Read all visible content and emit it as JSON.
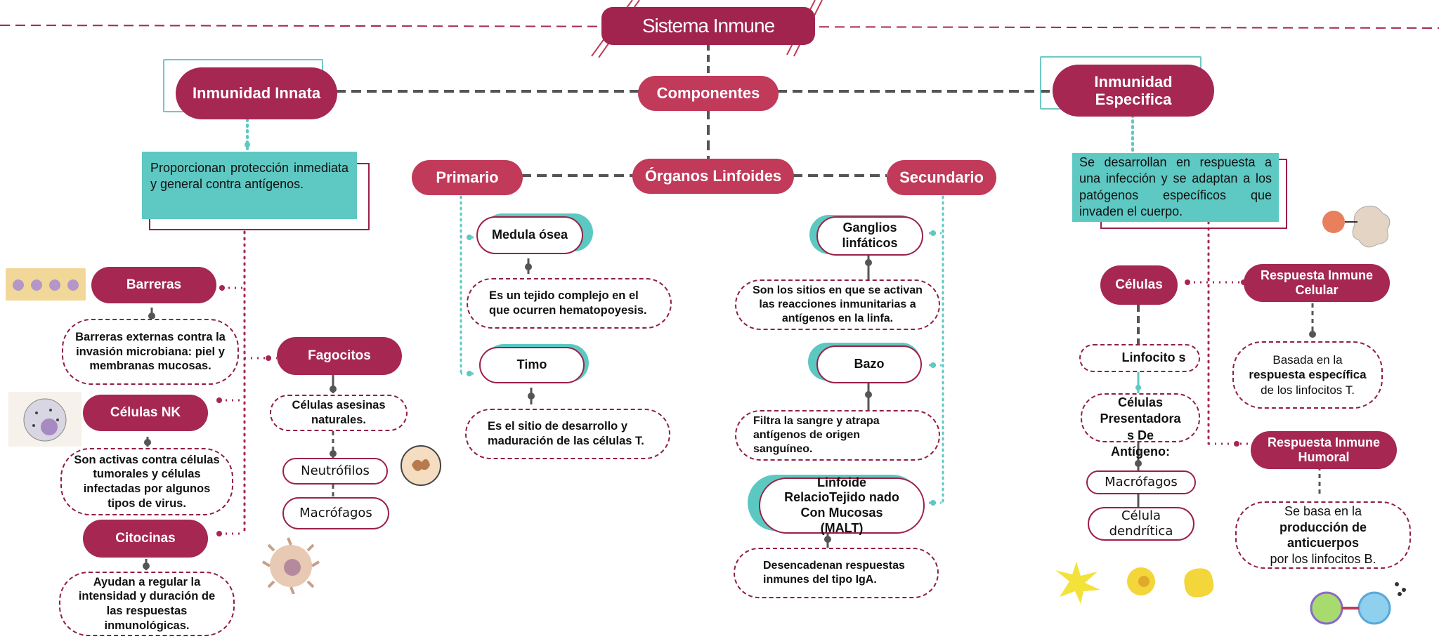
{
  "title": "Sistema Inmune",
  "components": "Componentes",
  "innate": {
    "title": "Inmunidad Innata",
    "description": "Proporcionan protección inmediata y general contra antígenos.",
    "barriers": {
      "label": "Barreras",
      "desc": "Barreras externas contra la invasión microbiana: piel y membranas mucosas."
    },
    "nk": {
      "label": "Células NK",
      "desc": "Son activas contra células tumorales y células infectadas por algunos tipos de virus."
    },
    "cytokines": {
      "label": "Citocinas",
      "desc": "Ayudan a regular la intensidad y duración de las respuestas inmunológicas."
    },
    "phagocytes": {
      "label": "Fagocitos",
      "items": [
        "Células asesinas naturales.",
        "Neutrófilos",
        "Macrófagos"
      ]
    }
  },
  "organs": {
    "title": "Órganos Linfoides",
    "primary": {
      "label": "Primario",
      "bone_marrow": {
        "label": "Medula ósea",
        "desc": "Es un tejido complejo en el que ocurren hematopoyesis."
      },
      "thymus": {
        "label": "Timo",
        "desc": "Es el sitio de desarrollo y maduración de las células T."
      }
    },
    "secondary": {
      "label": "Secundario",
      "lymph_nodes": {
        "label": "Ganglios linfáticos",
        "desc": "Son los sitios en que se activan las reacciones inmunitarias a antígenos en la linfa."
      },
      "spleen": {
        "label": "Bazo",
        "desc": "Filtra la sangre y atrapa antígenos de origen sanguíneo."
      },
      "malt": {
        "label": "Linfoide RelacioTejido nado Con Mucosas (MALT)",
        "desc": "Desencadenan respuestas inmunes del tipo IgA."
      }
    }
  },
  "specific": {
    "title": "Inmunidad Especifica",
    "description": "Se desarrollan en respuesta a una infección y se adaptan a los patógenos específicos que invaden el cuerpo.",
    "cells": {
      "label": "Células",
      "items": [
        "Linfocito s",
        "Células Presentadora s De Antígeno:",
        "Macrófagos",
        "Célula dendrítica"
      ]
    },
    "cellular": {
      "label": "Respuesta Inmune Celular",
      "desc_pre": "Basada en la",
      "desc_bold": "respuesta específica",
      "desc_post": "de los linfocitos T."
    },
    "humoral": {
      "label": "Respuesta Inmune Humoral",
      "desc_pre": "Se basa en la",
      "desc_bold": "producción de anticuerpos",
      "desc_post": "por los linfocitos B."
    }
  },
  "colors": {
    "title": "#a0244e",
    "pill": "#c13a5a",
    "dark_pill": "#a52752",
    "teal": "#5ec8c3",
    "outline": "#9b2146"
  }
}
